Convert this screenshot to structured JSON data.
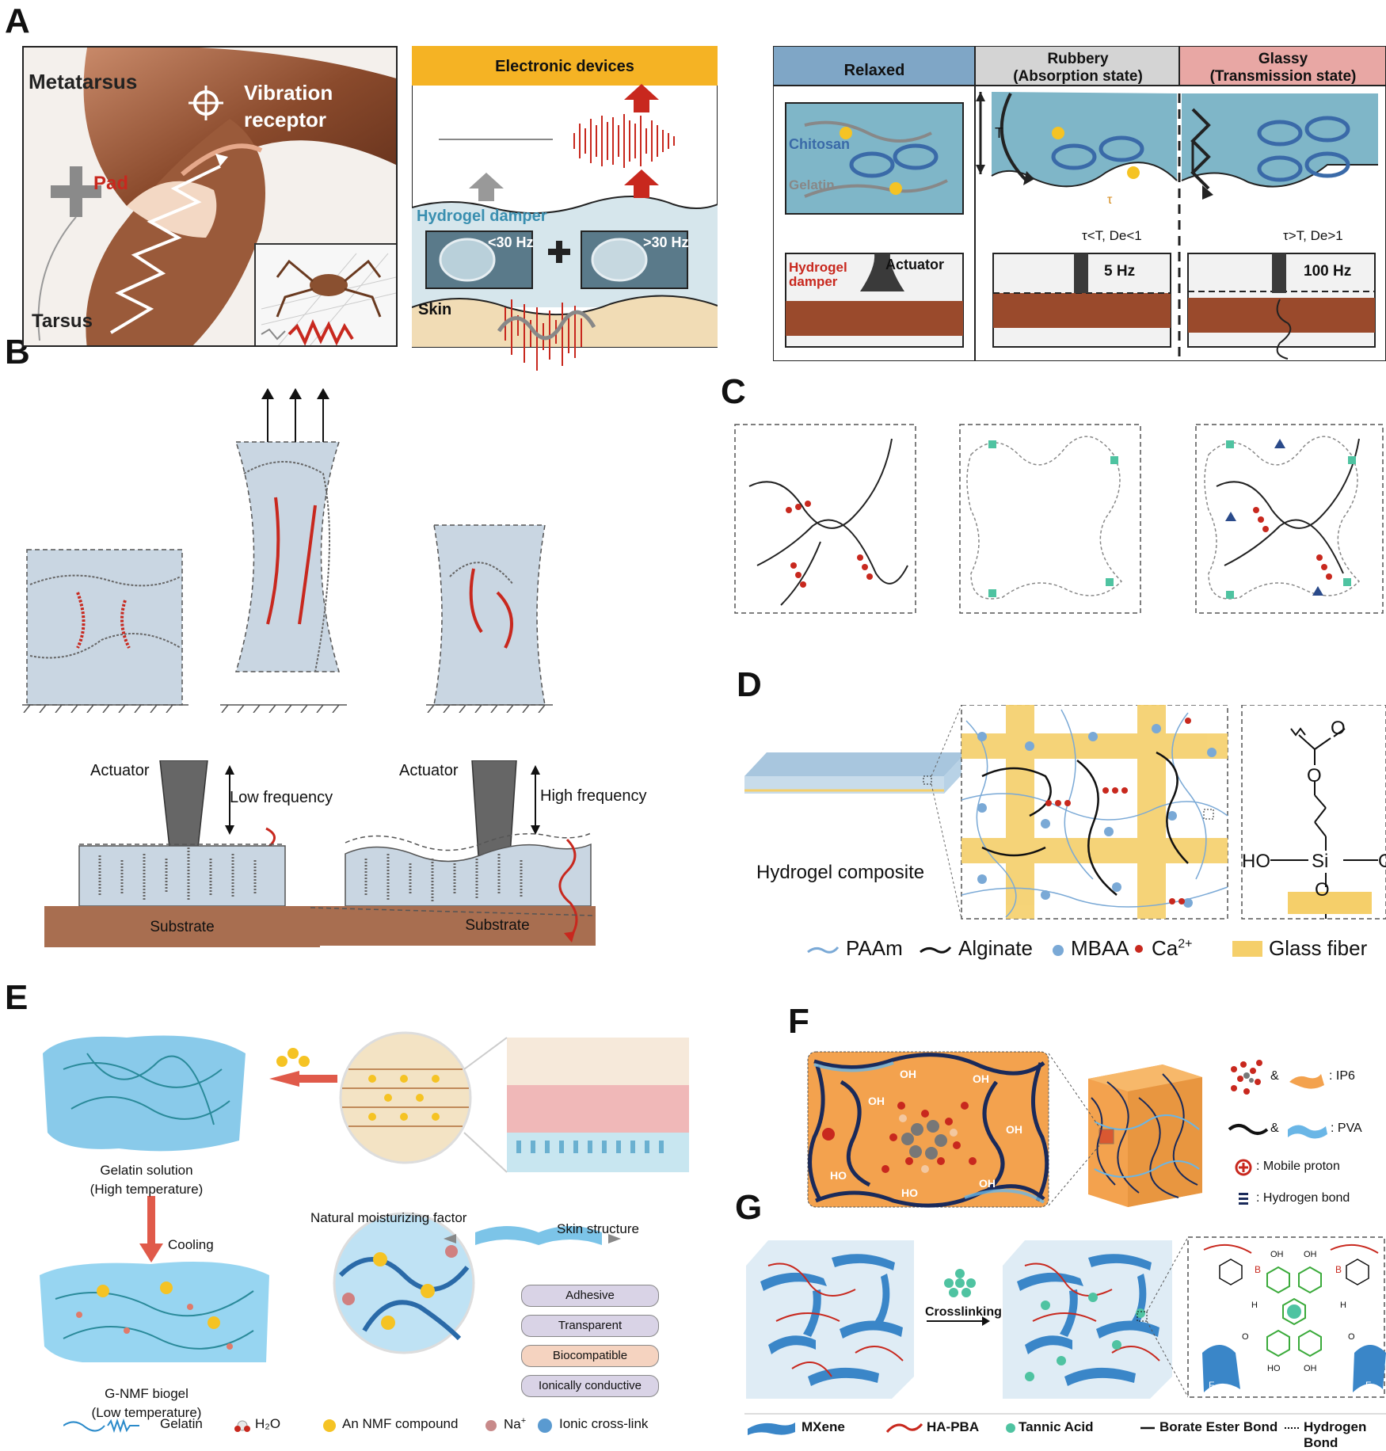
{
  "panels": {
    "A": {
      "letter": "A",
      "spider": {
        "metatarsus": "Metatarsus",
        "vibration_receptor_1": "Vibration",
        "vibration_receptor_2": "receptor",
        "pad": "Pad",
        "tarsus": "Tarsus"
      },
      "device": {
        "electronic_devices": "Electronic devices",
        "hydrogel_damper": "Hydrogel damper",
        "below_30": "<30 Hz",
        "above_30": ">30 Hz",
        "skin": "Skin"
      },
      "states": {
        "relaxed": "Relaxed",
        "rubbery_1": "Rubbery",
        "rubbery_2": "(Absorption state)",
        "glassy_1": "Glassy",
        "glassy_2": "(Transmission state)",
        "chitosan": "Chitosan",
        "gelatin": "Gelatin",
        "T": "T",
        "tau": "τ",
        "cond_rubbery": "τ<T, De<1",
        "cond_glassy": "τ>T, De>1",
        "hydrogel_1": "Hydrogel",
        "hydrogel_2": "damper",
        "actuator": "Actuator",
        "f5": "5 Hz",
        "f100": "100 Hz"
      }
    },
    "B": {
      "letter": "B",
      "actuator": "Actuator",
      "low_frequency": "Low frequency",
      "high_frequency": "High frequency",
      "substrate": "Substrate"
    },
    "C": {
      "letter": "C"
    },
    "D": {
      "letter": "D",
      "composite": "Hydrogel composite",
      "chem": {
        "HO_left": "HO",
        "Si": "Si",
        "OH_right": "OH",
        "O_top": "O",
        "O_bottom": "O",
        "O_carbonyl": "O"
      },
      "legend": {
        "paam": "PAAm",
        "alginate": "Alginate",
        "mbaa": "MBAA",
        "ca": "Ca",
        "ca_sup": "2+",
        "glass_fiber": "Glass fiber"
      }
    },
    "E": {
      "letter": "E",
      "gelatin_solution": "Gelatin solution",
      "high_temp": "(High temperature)",
      "nmf": "Natural moisturizing factor",
      "skin_structure": "Skin structure",
      "cooling": "Cooling",
      "biogel": "G-NMF biogel",
      "low_temp": "(Low temperature)",
      "properties": [
        "Adhesive",
        "Transparent",
        "Biocompatible",
        "Ionically conductive"
      ],
      "property_colors": [
        "#d9d3e6",
        "#d9d3e6",
        "#f5d3c0",
        "#d9d3e6"
      ],
      "legend": {
        "gelatin": "Gelatin",
        "h2o": "H₂O",
        "nmf_compound": "An NMF compound",
        "na": "Na",
        "na_sup": "+",
        "ionic": "Ionic cross-link"
      }
    },
    "F": {
      "letter": "F",
      "legend": {
        "ip6": ": IP6",
        "pva": ": PVA",
        "proton": ": Mobile proton",
        "hbond": ": Hydrogen bond",
        "amp": "&"
      },
      "oh": "OH",
      "ho": "HO"
    },
    "G": {
      "letter": "G",
      "crosslinking": "Crosslinking",
      "legend": {
        "mxene": "MXene",
        "ha_pba": "HA-PBA",
        "tannic": "Tannic Acid",
        "borate": "Borate Ester Bond",
        "hbond": "Hydrogen Bond"
      },
      "chem": {
        "B": "B",
        "OH": "OH",
        "HO": "HO",
        "H": "H",
        "O": "O",
        "F": "F"
      }
    }
  },
  "colors": {
    "red": "#c8281e",
    "hydrogel_blue": "#c9dbe6",
    "skin": "#f1dcb5",
    "substrate": "#a86e50",
    "orange": "#f3a24e",
    "mxene_blue": "#3a86c8",
    "teal": "#4fc3a1",
    "yellow": "#f7cf5c"
  }
}
